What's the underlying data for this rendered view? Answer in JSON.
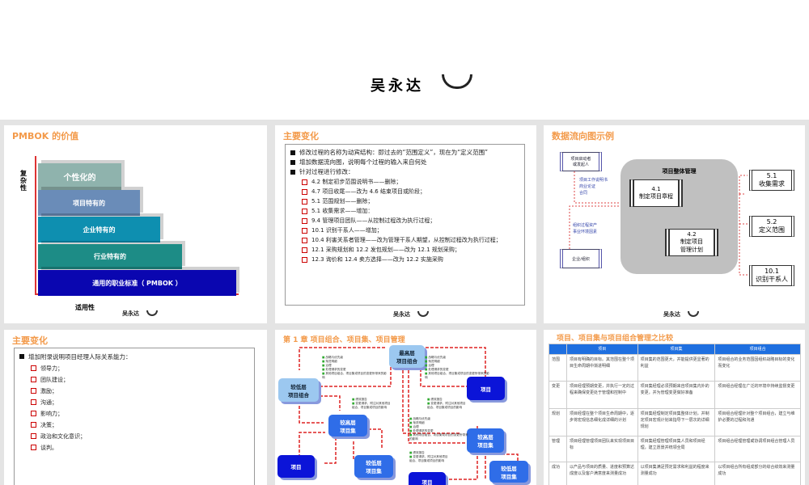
{
  "slide1": {
    "author": "吴永达",
    "logo": "PMI"
  },
  "slide2": {
    "title": "PMBOK 的价值",
    "y_axis": "复杂性",
    "x_axis": "适用性",
    "layers": [
      "个性化的",
      "项目特有的",
      "企业特有的",
      "行业特有的",
      "通用的职业标准（ PMBOK ）"
    ],
    "colors": [
      "#8fb3ad",
      "#6a8cb8",
      "#0e8fb0",
      "#1d8c86",
      "#0a06b0"
    ],
    "author": "吴永达"
  },
  "slide3": {
    "title": "主要变化",
    "bullets": [
      "修改过程的名称为动宾结构：即过去的“范围定义”，现在为“定义范围”",
      "增加数据流向图，说明每个过程的输入来自何处",
      "针对过程进行修改："
    ],
    "sub": [
      "4.2 制定初步范围说明书——删除；",
      "4.7 项目收尾——改为 4.6 结束项目或阶段；",
      "5.1 范围规划——删除；",
      "5.1 收集需求——增加：",
      "9.4 管理项目团队——从控制过程改为执行过程；",
      "10.1 识别干系人——增加；",
      "10.4 利害关系者管理——改为管理干系人期望，从控制过程改为执行过程；",
      "12.1 采购规划和 12.2 发包规划——改为 12.1 规划采购；",
      "12.3 询价和 12.4 卖方选择——改为 12.2 实施采购"
    ],
    "author": "吴永达"
  },
  "slide4": {
    "title": "数据流向图示例",
    "group": "项目整体管理",
    "p41": [
      "4.1",
      "制定项目章程"
    ],
    "p42": [
      "4.2",
      "制定项目",
      "管理计划"
    ],
    "scroll1": [
      "项目启动者",
      "或发起人"
    ],
    "scroll2": "企业/组织",
    "note1": [
      "项目工作说明书",
      "商业论证",
      "合同"
    ],
    "note2": [
      "组织过程资产",
      "事业环境因素"
    ],
    "outputs": [
      [
        "5.1",
        "收集需求"
      ],
      [
        "5.2",
        "定义范围"
      ],
      [
        "10.1",
        "识别干系人"
      ]
    ],
    "author": "吴永达"
  },
  "slide5": {
    "title": "主要变化",
    "bullet": "增加附录说明项目经理人际关系能力：",
    "sub": [
      "领导力；",
      "团队建设；",
      "激励；",
      "沟通；",
      "影响力；",
      "决策；",
      "政治和文化意识；",
      "谈判。"
    ]
  },
  "slide6": {
    "title": "第 1 章 项目组合、项目集、项目管理",
    "nodes": {
      "top": [
        "最高层",
        "项目组合"
      ],
      "low_portfolio": [
        "较低层",
        "项目组合"
      ],
      "project_tr": "项目",
      "high_prog_l": [
        "较高层",
        "项目集"
      ],
      "high_prog_r": [
        "较高层",
        "项目集"
      ],
      "project_l": "项目",
      "low_prog_l": [
        "较低层",
        "项目集"
      ],
      "project_b": "项目",
      "low_prog_r": [
        "较低层",
        "项目集"
      ]
    },
    "notes_down": [
      "战略与优先级",
      "渐进明细",
      "治理",
      "处理请求的变更",
      "其他项目组合、项目集或项目的变更所带来的影响"
    ],
    "notes_up": [
      "绩效报告",
      "变更请求，附注对其他项目组合、项目集或项目的影响"
    ]
  },
  "slide7": {
    "title": "项目、项目集与项目组合管理之比较",
    "headers": [
      "",
      "项目",
      "项目集",
      "项目组合"
    ],
    "rows": [
      [
        "范围",
        "项目有明确的目标。其范围在整个项目生命周期中渐进明细",
        "项目集的范围更大，并能提供更显著的利益",
        "项目组合的业务范围因组织战略目标的变化而变化"
      ],
      [
        "变更",
        "项目经理预期变更，并执行一定的过程来确保变更处于管理和控制中",
        "项目集经理必须预期来自项目集内外的变更，并为管理变更做好准备",
        "项目组合经理在广泛的环境中持续监督变更"
      ],
      [
        "规划",
        "项目经理在整个项目生命周期中，逐步将宏观信息细化成详细的计划",
        "项目集经理制定项目集整体计划，并制定项目宏观计划来指导下一层次的详细规划",
        "项目组合经理针对整个项目组合，建立与维护必要的过程和沟通"
      ],
      [
        "管理",
        "项目经理管理项目团队来实现项目目标",
        "项目集经理管理项目集人员和项目经理，建立愿景并统领全局",
        "项目组合经理管理或协调项目组合管理人员"
      ],
      [
        "成功",
        "以产品与项目的质量、进度和预算达成度以及客户满意度来测量成功",
        "以项目集满足预定需求和利益的程度来测量成功",
        "以项目组合所有组成部分的综合绩效来测量成功"
      ]
    ]
  }
}
